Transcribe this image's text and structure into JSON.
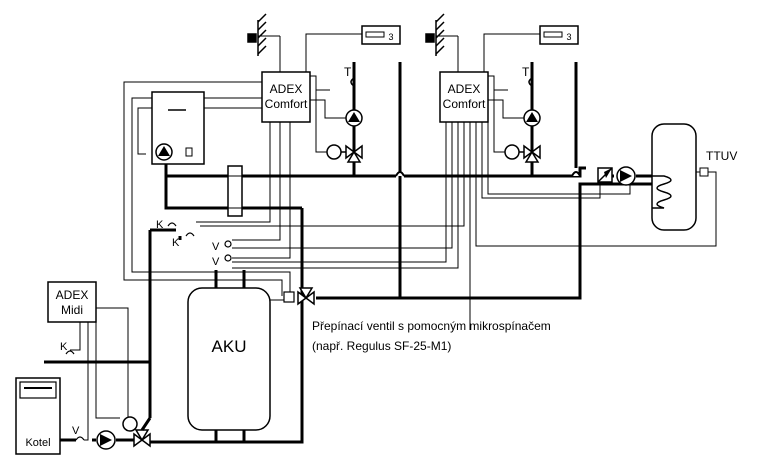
{
  "controllers": {
    "comfort_left": {
      "line1": "ADEX",
      "line2": "Comfort"
    },
    "comfort_right": {
      "line1": "ADEX",
      "line2": "Comfort"
    },
    "midi": {
      "line1": "ADEX",
      "line2": "Midi"
    }
  },
  "labels": {
    "tank": "AKU",
    "boiler": "Kotel",
    "dhw": "TTUV",
    "sensor_t_left": "T",
    "sensor_t_right": "T",
    "sensor_k_top": "K",
    "sensor_k_mid": "K",
    "sensor_v_top": "V",
    "sensor_v_mid": "V",
    "sensor_k_left": "K",
    "sensor_v_left": "V",
    "valve_note_line1": "Přepínací ventil s pomocným mikrospínačem",
    "valve_note_line2": "(např. Regulus SF-25-M1)"
  },
  "icons": [
    "room-unit-icon",
    "outdoor-sensor-icon",
    "pump-icon",
    "three-way-valve-icon",
    "servo-motor-icon",
    "heat-exchanger-coil-icon",
    "check-valve-icon"
  ],
  "colors": {
    "line": "#000000",
    "background": "#ffffff"
  }
}
